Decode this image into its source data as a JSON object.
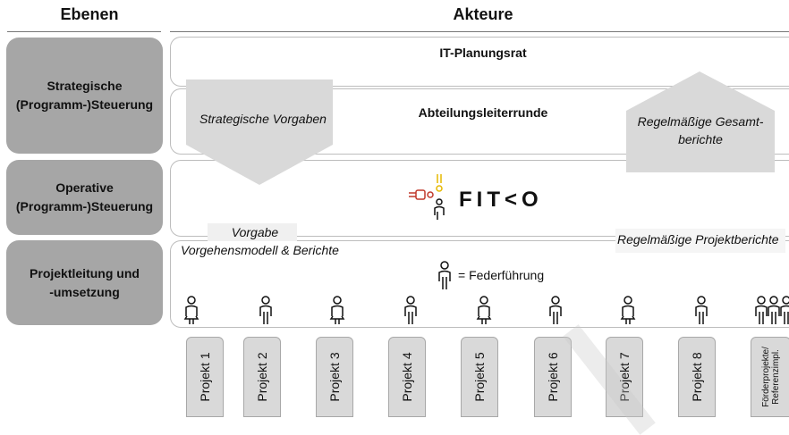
{
  "header": {
    "levels_title": "Ebenen",
    "actors_title": "Akteure"
  },
  "levels": [
    {
      "label": "Strategische\n(Programm-)Steuerung"
    },
    {
      "label": "Operative\n(Programm-)Steuerung"
    },
    {
      "label": "Projektleitung und\n-umsetzung"
    }
  ],
  "actors": {
    "it_planungsrat": "IT-Planungsrat",
    "abteilungsleiterrunde": "Abteilungsleiterrunde",
    "fitko_logo": "FIT<O"
  },
  "flows": {
    "strategische_vorgaben": "Strategische Vorgaben",
    "regelmaessige_gesamtberichte": "Regelmäßige Gesamt-\nberichte",
    "vorgabe": "Vorgabe",
    "vorgehensmodell": "Vorgehensmodell & Berichte",
    "regelmaessige_projektberichte": "Regelmäßige Projektberichte"
  },
  "legend": {
    "federfuehrung": "= Federführung"
  },
  "projects": [
    "Projekt 1",
    "Projekt 2",
    "Projekt 3",
    "Projekt 4",
    "Projekt 5",
    "Projekt 6",
    "Projekt 7",
    "Projekt 8",
    "Förderprojekte/\nReferenzimpl."
  ],
  "colors": {
    "level_bg": "#a6a6a6",
    "arrow_bg": "#d9d9d9",
    "fitko_red": "#c0392b",
    "fitko_yellow": "#e6b800"
  }
}
